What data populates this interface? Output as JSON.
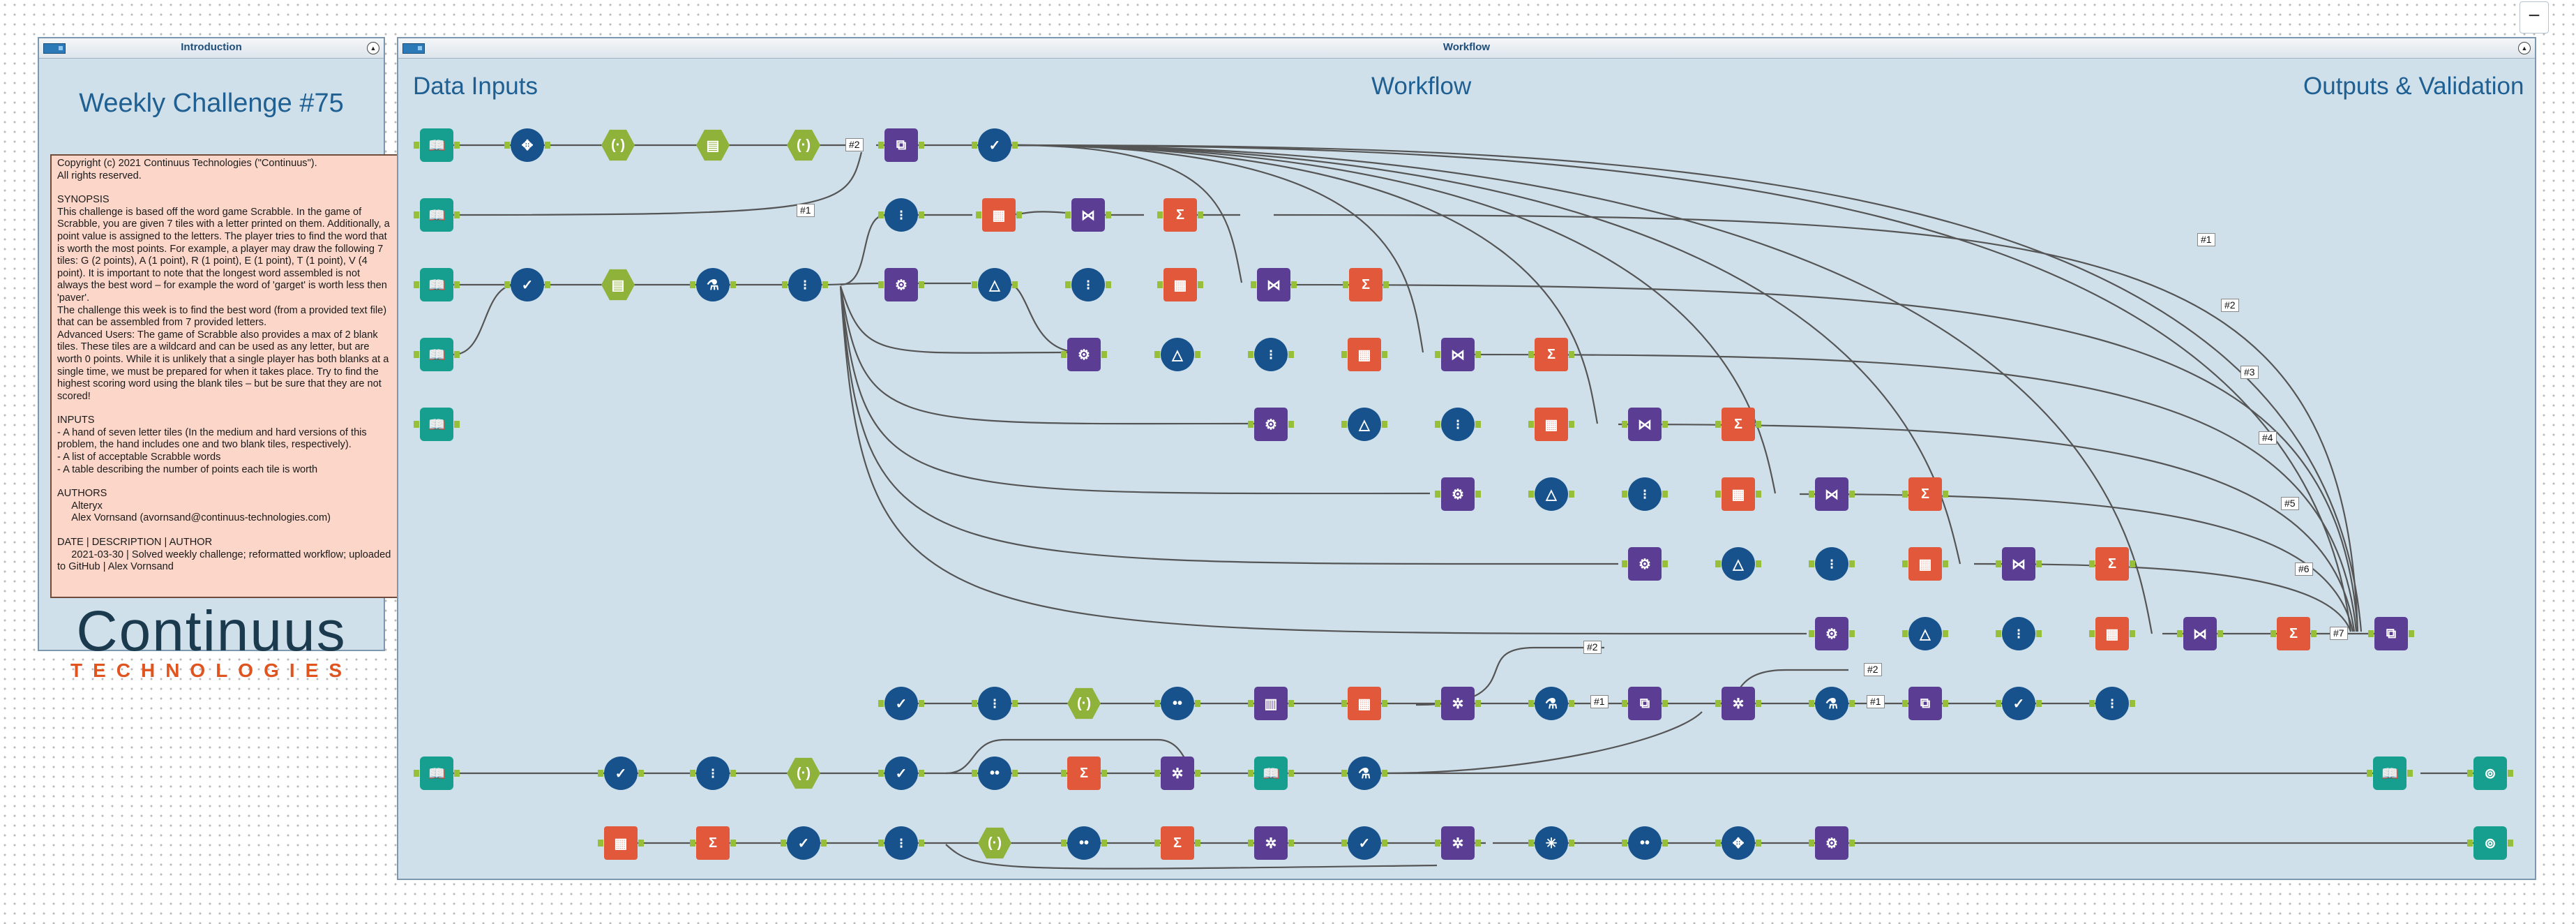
{
  "containers": {
    "introduction": {
      "title": "Introduction"
    },
    "workflow": {
      "title": "Workflow"
    }
  },
  "intro": {
    "title": "Weekly Challenge #75",
    "paragraphs": [
      "Copyright (c) 2021 Continuus Technologies (\"Continuus\").\nAll rights reserved.",
      "SYNOPSIS\nThis challenge is based off the word game Scrabble. In the game of Scrabble, you are given 7 tiles with a letter printed on them. Additionally, a point value is assigned to the letters. The player tries to find the word that is worth the most points. For example, a player may draw the following 7 tiles: G (2 points), A (1 point), R (1 point), E (1 point), T (1 point), V (4 point). It is important to note that the longest word assembled is not always the best word – for example the word of 'garget' is worth less then 'paver'.\nThe challenge this week is to find the best word (from a provided text file) that can be assembled from 7 provided letters.\nAdvanced Users: The game of Scrabble also provides a max of 2 blank tiles. These tiles are a wildcard and can be used as any letter, but are worth 0 points. While it is unlikely that a single player has both blanks at a single time, we must be prepared for when it takes place. Try to find the highest scoring word using the blank tiles – but be sure that they are not scored!",
      "INPUTS\n- A hand of seven letter tiles (In the medium and hard versions of this problem, the hand includes one and two blank tiles, respectively).\n- A list of acceptable Scrabble words\n- A table describing the number of points each tile is worth",
      "AUTHORS\n     Alteryx\n     Alex Vornsand (avornsand@continuus-technologies.com)",
      "DATE | DESCRIPTION | AUTHOR\n     2021-03-30 | Solved weekly challenge; reformatted workflow; uploaded to GitHub | Alex Vornsand"
    ],
    "logo_main": "Continuus",
    "logo_sub": "TECHNOLOGIES"
  },
  "workflow": {
    "labels": {
      "left": "Data Inputs",
      "center": "Workflow",
      "right": "Outputs & Validation"
    }
  },
  "badges": [
    {
      "text": "#2"
    },
    {
      "text": "#1"
    },
    {
      "text": "#1"
    },
    {
      "text": "#2"
    },
    {
      "text": "#3"
    },
    {
      "text": "#4"
    },
    {
      "text": "#5"
    },
    {
      "text": "#6"
    },
    {
      "text": "#7"
    },
    {
      "text": "#2"
    },
    {
      "text": "#1"
    },
    {
      "text": "#2"
    },
    {
      "text": "#1"
    }
  ],
  "colors": {
    "input_green": "#169f8e",
    "transform_blue": "#17528c",
    "formula_lime": "#8fb23a",
    "join_purple": "#5b3e94",
    "summarize_orange": "#e2583b"
  },
  "tools": [
    {
      "name": "input-data-tool",
      "kind": "green",
      "icon": "book-icon",
      "glyph": "📖"
    },
    {
      "name": "transform-tool",
      "kind": "blue",
      "icon": "cross-arrows-icon",
      "glyph": "✥"
    },
    {
      "name": "formula-tool",
      "kind": "lime",
      "icon": "formula-icon",
      "glyph": "(·)"
    },
    {
      "name": "multi-row-tool",
      "kind": "lime",
      "icon": "table-icon",
      "glyph": "▤"
    },
    {
      "name": "formula-tool",
      "kind": "lime",
      "icon": "formula-icon",
      "glyph": "(·)"
    },
    {
      "name": "join-tool",
      "kind": "purple",
      "icon": "dna-icon",
      "glyph": "⧉"
    },
    {
      "name": "filter-tool",
      "kind": "blue",
      "icon": "check-icon",
      "glyph": "✓"
    },
    {
      "name": "input-data-tool",
      "kind": "green",
      "icon": "book-icon",
      "glyph": "📖"
    },
    {
      "name": "record-id-tool",
      "kind": "blue",
      "icon": "record-id-icon",
      "glyph": "⁝"
    },
    {
      "name": "crosstab-tool",
      "kind": "orange",
      "icon": "crosstab-icon",
      "glyph": "▦"
    },
    {
      "name": "join-tool",
      "kind": "purple",
      "icon": "join-icon",
      "glyph": "⋈"
    },
    {
      "name": "summarize-tool",
      "kind": "orange",
      "icon": "sigma-icon",
      "glyph": "Σ"
    },
    {
      "name": "input-data-tool",
      "kind": "green",
      "icon": "book-icon",
      "glyph": "📖"
    },
    {
      "name": "select-tool",
      "kind": "blue",
      "icon": "select-icon",
      "glyph": "✓"
    },
    {
      "name": "multi-row-tool",
      "kind": "lime",
      "icon": "table-icon",
      "glyph": "▤"
    },
    {
      "name": "sample-tool",
      "kind": "blue",
      "icon": "flask-icon",
      "glyph": "⚗"
    },
    {
      "name": "record-id-tool",
      "kind": "blue",
      "icon": "record-id-icon",
      "glyph": "⁝"
    },
    {
      "name": "append-tool",
      "kind": "purple",
      "icon": "gear-icon",
      "glyph": "⚙"
    },
    {
      "name": "filter-tool",
      "kind": "blue",
      "icon": "triangle-filter-icon",
      "glyph": "△"
    },
    {
      "name": "record-id-tool",
      "kind": "blue",
      "icon": "record-id-icon",
      "glyph": "⁝"
    },
    {
      "name": "crosstab-tool",
      "kind": "orange",
      "icon": "crosstab-icon",
      "glyph": "▦"
    },
    {
      "name": "join-tool",
      "kind": "purple",
      "icon": "join-icon",
      "glyph": "⋈"
    },
    {
      "name": "summarize-tool",
      "kind": "orange",
      "icon": "sigma-icon",
      "glyph": "Σ"
    },
    {
      "name": "input-data-tool",
      "kind": "green",
      "icon": "book-icon",
      "glyph": "📖"
    },
    {
      "name": "input-data-tool",
      "kind": "green",
      "icon": "book-icon",
      "glyph": "📖"
    },
    {
      "name": "append-tool",
      "kind": "purple",
      "icon": "gear-icon",
      "glyph": "⚙"
    },
    {
      "name": "filter-tool",
      "kind": "blue",
      "icon": "triangle-filter-icon",
      "glyph": "△"
    },
    {
      "name": "record-id-tool",
      "kind": "blue",
      "icon": "record-id-icon",
      "glyph": "⁝"
    },
    {
      "name": "crosstab-tool",
      "kind": "orange",
      "icon": "crosstab-icon",
      "glyph": "▦"
    },
    {
      "name": "join-tool",
      "kind": "purple",
      "icon": "join-icon",
      "glyph": "⋈"
    },
    {
      "name": "summarize-tool",
      "kind": "orange",
      "icon": "sigma-icon",
      "glyph": "Σ"
    },
    {
      "name": "append-tool",
      "kind": "purple",
      "icon": "gear-icon",
      "glyph": "⚙"
    },
    {
      "name": "filter-tool",
      "kind": "blue",
      "icon": "triangle-filter-icon",
      "glyph": "△"
    },
    {
      "name": "record-id-tool",
      "kind": "blue",
      "icon": "record-id-icon",
      "glyph": "⁝"
    },
    {
      "name": "crosstab-tool",
      "kind": "orange",
      "icon": "crosstab-icon",
      "glyph": "▦"
    },
    {
      "name": "join-tool",
      "kind": "purple",
      "icon": "join-icon",
      "glyph": "⋈"
    },
    {
      "name": "summarize-tool",
      "kind": "orange",
      "icon": "sigma-icon",
      "glyph": "Σ"
    },
    {
      "name": "append-tool",
      "kind": "purple",
      "icon": "gear-icon",
      "glyph": "⚙"
    },
    {
      "name": "filter-tool",
      "kind": "blue",
      "icon": "triangle-filter-icon",
      "glyph": "△"
    },
    {
      "name": "record-id-tool",
      "kind": "blue",
      "icon": "record-id-icon",
      "glyph": "⁝"
    },
    {
      "name": "crosstab-tool",
      "kind": "orange",
      "icon": "crosstab-icon",
      "glyph": "▦"
    },
    {
      "name": "join-tool",
      "kind": "purple",
      "icon": "join-icon",
      "glyph": "⋈"
    },
    {
      "name": "summarize-tool",
      "kind": "orange",
      "icon": "sigma-icon",
      "glyph": "Σ"
    },
    {
      "name": "append-tool",
      "kind": "purple",
      "icon": "gear-icon",
      "glyph": "⚙"
    },
    {
      "name": "filter-tool",
      "kind": "blue",
      "icon": "triangle-filter-icon",
      "glyph": "△"
    },
    {
      "name": "record-id-tool",
      "kind": "blue",
      "icon": "record-id-icon",
      "glyph": "⁝"
    },
    {
      "name": "crosstab-tool",
      "kind": "orange",
      "icon": "crosstab-icon",
      "glyph": "▦"
    },
    {
      "name": "join-tool",
      "kind": "purple",
      "icon": "join-icon",
      "glyph": "⋈"
    },
    {
      "name": "summarize-tool",
      "kind": "orange",
      "icon": "sigma-icon",
      "glyph": "Σ"
    },
    {
      "name": "append-tool",
      "kind": "purple",
      "icon": "gear-icon",
      "glyph": "⚙"
    },
    {
      "name": "filter-tool",
      "kind": "blue",
      "icon": "triangle-filter-icon",
      "glyph": "△"
    },
    {
      "name": "record-id-tool",
      "kind": "blue",
      "icon": "record-id-icon",
      "glyph": "⁝"
    },
    {
      "name": "crosstab-tool",
      "kind": "orange",
      "icon": "crosstab-icon",
      "glyph": "▦"
    },
    {
      "name": "join-tool",
      "kind": "purple",
      "icon": "join-icon",
      "glyph": "⋈"
    },
    {
      "name": "summarize-tool",
      "kind": "orange",
      "icon": "sigma-icon",
      "glyph": "Σ"
    },
    {
      "name": "union-tool",
      "kind": "purple",
      "icon": "dna-icon",
      "glyph": "⧉"
    },
    {
      "name": "select-tool",
      "kind": "blue",
      "icon": "select-icon",
      "glyph": "✓"
    },
    {
      "name": "record-id-tool",
      "kind": "blue",
      "icon": "record-id-icon",
      "glyph": "⁝"
    },
    {
      "name": "formula-tool",
      "kind": "lime",
      "icon": "formula-icon",
      "glyph": "(·)"
    },
    {
      "name": "unique-tool",
      "kind": "blue",
      "icon": "dots-icon",
      "glyph": "••"
    },
    {
      "name": "generate-rows-tool",
      "kind": "purple",
      "icon": "bars-icon",
      "glyph": "▥"
    },
    {
      "name": "crosstab-tool",
      "kind": "orange",
      "icon": "crosstab-icon",
      "glyph": "▦"
    },
    {
      "name": "join-multiple-tool",
      "kind": "purple",
      "icon": "network-icon",
      "glyph": "✲"
    },
    {
      "name": "sample-tool",
      "kind": "blue",
      "icon": "flask-icon",
      "glyph": "⚗"
    },
    {
      "name": "join-tool",
      "kind": "purple",
      "icon": "dna-icon",
      "glyph": "⧉"
    },
    {
      "name": "join-multiple-tool",
      "kind": "purple",
      "icon": "network-icon",
      "glyph": "✲"
    },
    {
      "name": "sample-tool",
      "kind": "blue",
      "icon": "flask-icon",
      "glyph": "⚗"
    },
    {
      "name": "join-tool",
      "kind": "purple",
      "icon": "dna-icon",
      "glyph": "⧉"
    },
    {
      "name": "select-tool",
      "kind": "blue",
      "icon": "select-icon",
      "glyph": "✓"
    },
    {
      "name": "record-id-tool",
      "kind": "blue",
      "icon": "record-id-icon",
      "glyph": "⁝"
    },
    {
      "name": "input-data-tool",
      "kind": "green",
      "icon": "book-icon",
      "glyph": "📖"
    },
    {
      "name": "select-tool",
      "kind": "blue",
      "icon": "select-icon",
      "glyph": "✓"
    },
    {
      "name": "record-id-tool",
      "kind": "blue",
      "icon": "record-id-icon",
      "glyph": "⁝"
    },
    {
      "name": "formula-tool",
      "kind": "lime",
      "icon": "formula-icon",
      "glyph": "(·)"
    },
    {
      "name": "select-tool",
      "kind": "blue",
      "icon": "select-icon",
      "glyph": "✓"
    },
    {
      "name": "unique-tool",
      "kind": "blue",
      "icon": "dots-icon",
      "glyph": "••"
    },
    {
      "name": "summarize-tool",
      "kind": "orange",
      "icon": "sigma-icon",
      "glyph": "Σ"
    },
    {
      "name": "join-multiple-tool",
      "kind": "purple",
      "icon": "network-icon",
      "glyph": "✲"
    },
    {
      "name": "input-data-tool",
      "kind": "green",
      "icon": "book-icon",
      "glyph": "📖"
    },
    {
      "name": "sample-tool",
      "kind": "blue",
      "icon": "flask-icon",
      "glyph": "⚗"
    },
    {
      "name": "input-data-tool",
      "kind": "green",
      "icon": "book-icon",
      "glyph": "📖"
    },
    {
      "name": "browse-tool",
      "kind": "green",
      "icon": "binoculars-icon",
      "glyph": "⊚"
    },
    {
      "name": "crosstab-tool",
      "kind": "orange",
      "icon": "crosstab-icon",
      "glyph": "▦"
    },
    {
      "name": "summarize-tool",
      "kind": "orange",
      "icon": "sigma-icon",
      "glyph": "Σ"
    },
    {
      "name": "select-tool",
      "kind": "blue",
      "icon": "select-icon",
      "glyph": "✓"
    },
    {
      "name": "record-id-tool",
      "kind": "blue",
      "icon": "record-id-icon",
      "glyph": "⁝"
    },
    {
      "name": "formula-tool",
      "kind": "lime",
      "icon": "formula-icon",
      "glyph": "(·)"
    },
    {
      "name": "unique-tool",
      "kind": "blue",
      "icon": "dots-icon",
      "glyph": "••"
    },
    {
      "name": "summarize-tool",
      "kind": "orange",
      "icon": "sigma-icon",
      "glyph": "Σ"
    },
    {
      "name": "join-multiple-tool",
      "kind": "purple",
      "icon": "network-icon",
      "glyph": "✲"
    },
    {
      "name": "select-tool",
      "kind": "blue",
      "icon": "select-icon",
      "glyph": "✓"
    },
    {
      "name": "join-multiple-tool",
      "kind": "purple",
      "icon": "network-icon",
      "glyph": "✲"
    },
    {
      "name": "arrange-tool",
      "kind": "blue",
      "icon": "snowflake-icon",
      "glyph": "✳"
    },
    {
      "name": "unique-tool",
      "kind": "blue",
      "icon": "dots-icon",
      "glyph": "••"
    },
    {
      "name": "transform-tool",
      "kind": "blue",
      "icon": "cross-arrows-icon",
      "glyph": "✥"
    },
    {
      "name": "append-tool",
      "kind": "purple",
      "icon": "gear-icon",
      "glyph": "⚙"
    },
    {
      "name": "browse-tool",
      "kind": "green",
      "icon": "binoculars-icon",
      "glyph": "⊚"
    }
  ]
}
